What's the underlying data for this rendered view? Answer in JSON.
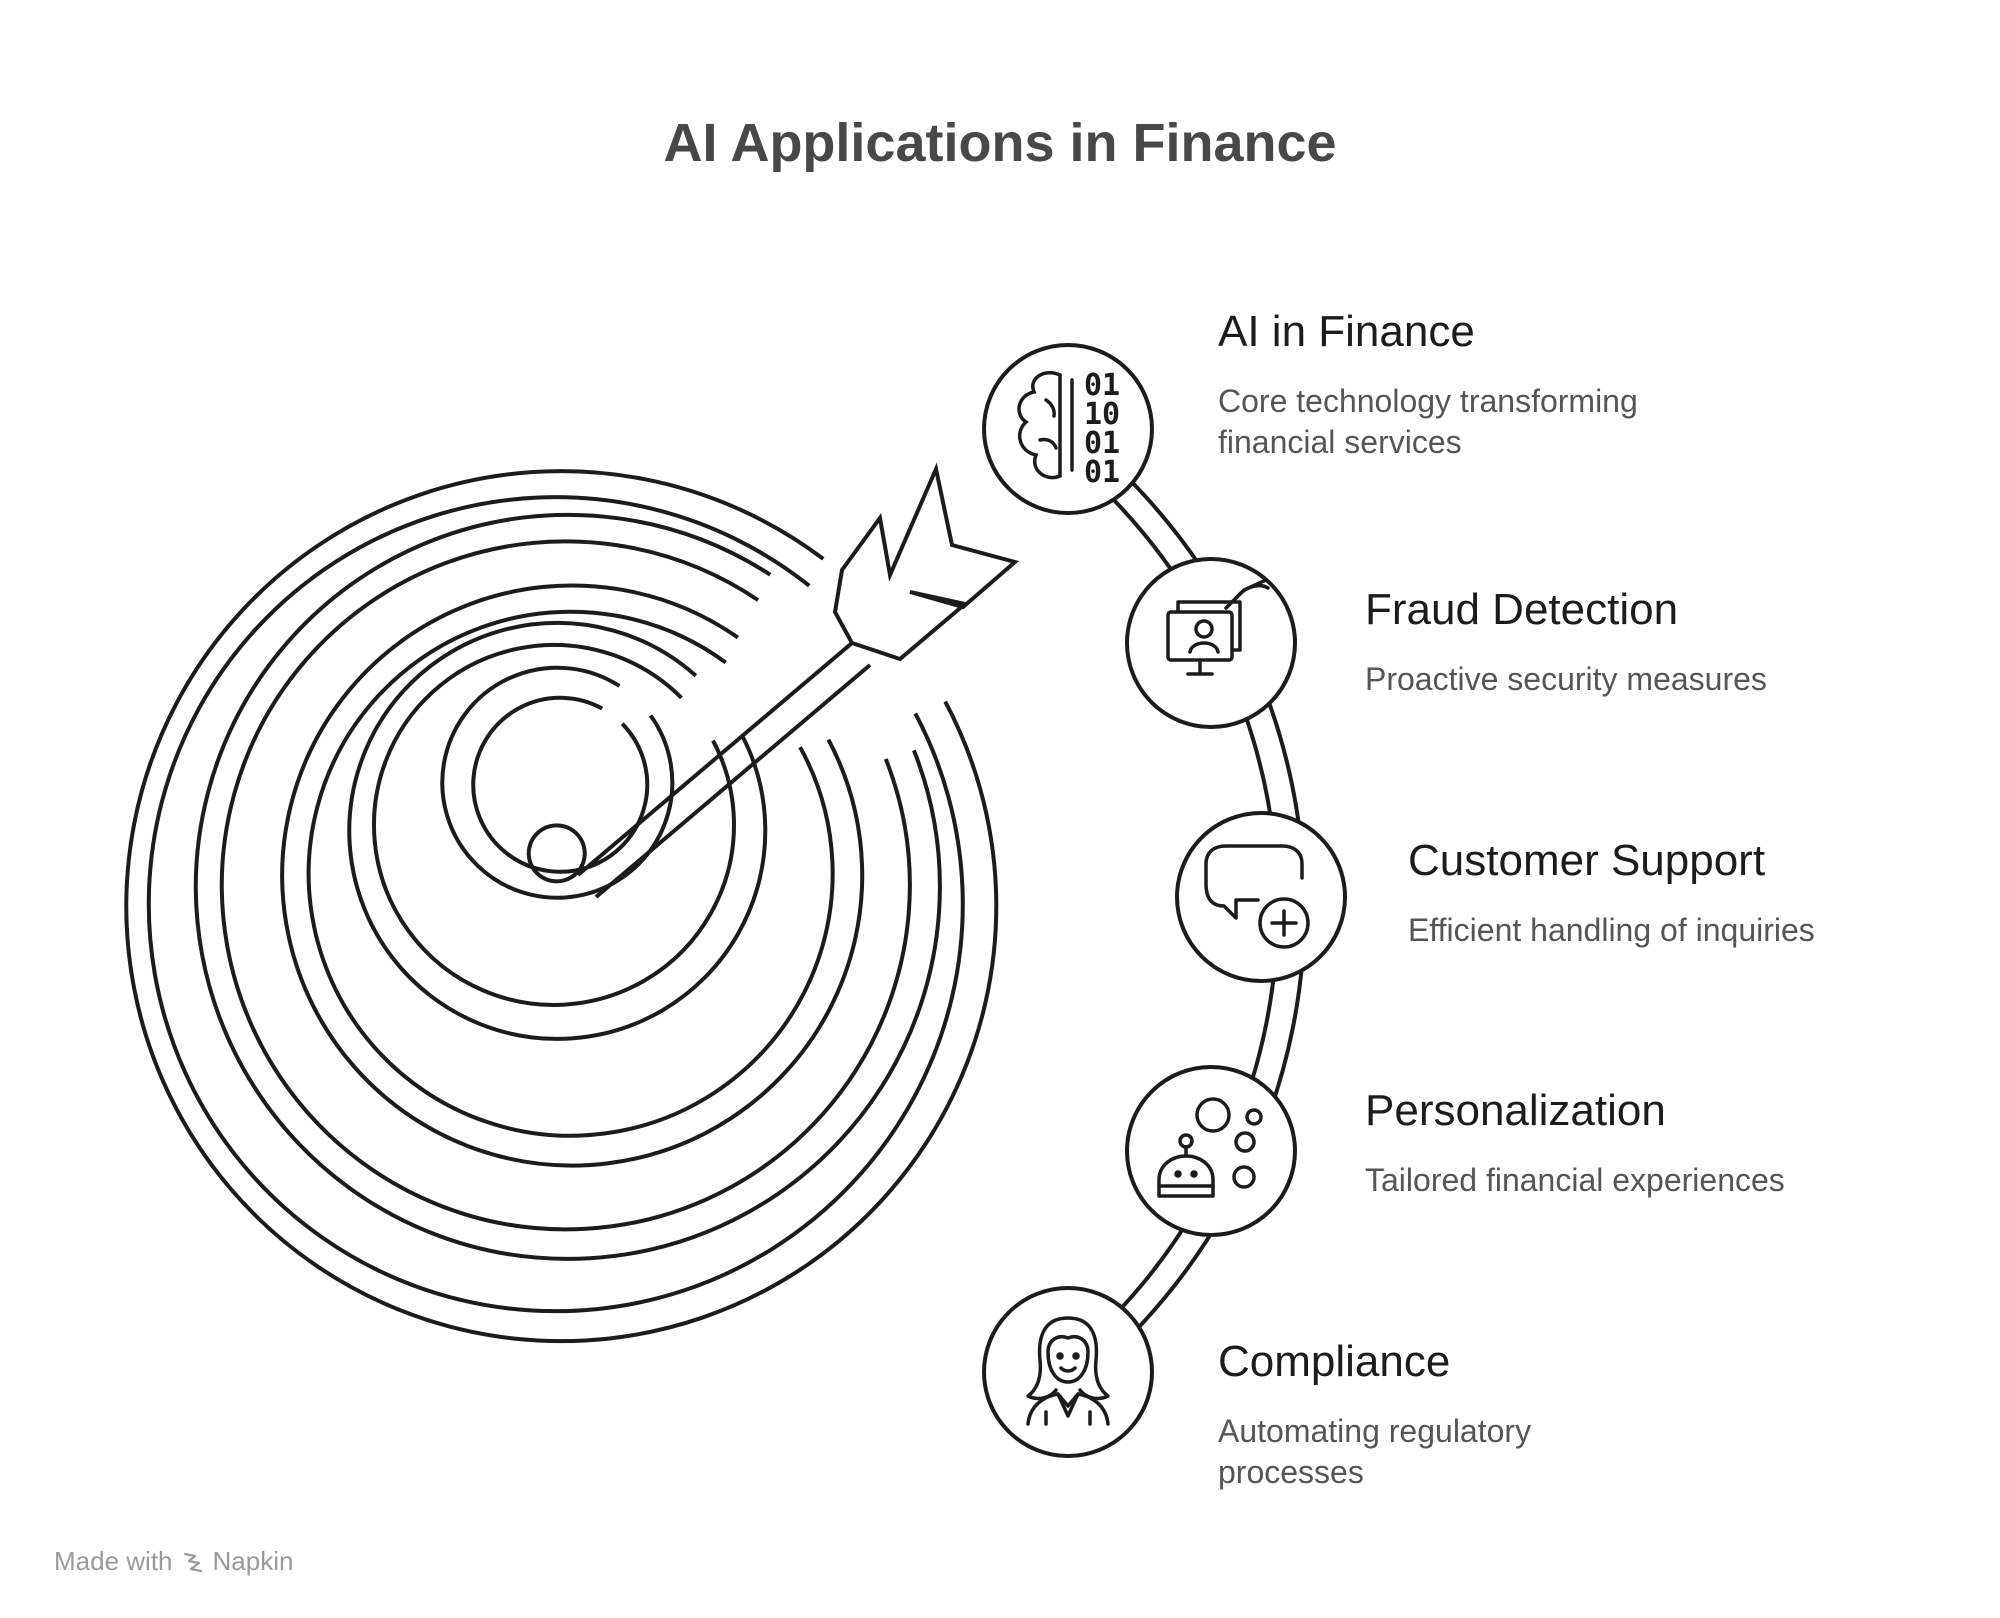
{
  "title": "AI Applications in Finance",
  "items": [
    {
      "title": "AI in Finance",
      "description": "Core technology transforming financial services",
      "icon": "brain-binary-icon"
    },
    {
      "title": "Fraud Detection",
      "description": "Proactive security measures",
      "icon": "monitor-user-icon"
    },
    {
      "title": "Customer Support",
      "description": "Efficient handling of inquiries",
      "icon": "chat-plus-icon"
    },
    {
      "title": "Personalization",
      "description": "Tailored financial experiences",
      "icon": "robot-bubbles-icon"
    },
    {
      "title": "Compliance",
      "description": "Automating regulatory processes",
      "icon": "woman-icon"
    }
  ],
  "binary_digits": [
    "01",
    "10",
    "01",
    "01"
  ],
  "footer": {
    "made_with": "Made with",
    "brand": "Napkin"
  },
  "colors": {
    "stroke": "#1c1c1c",
    "title": "#484848",
    "description": "#555555",
    "footer": "#9a9a9a"
  }
}
